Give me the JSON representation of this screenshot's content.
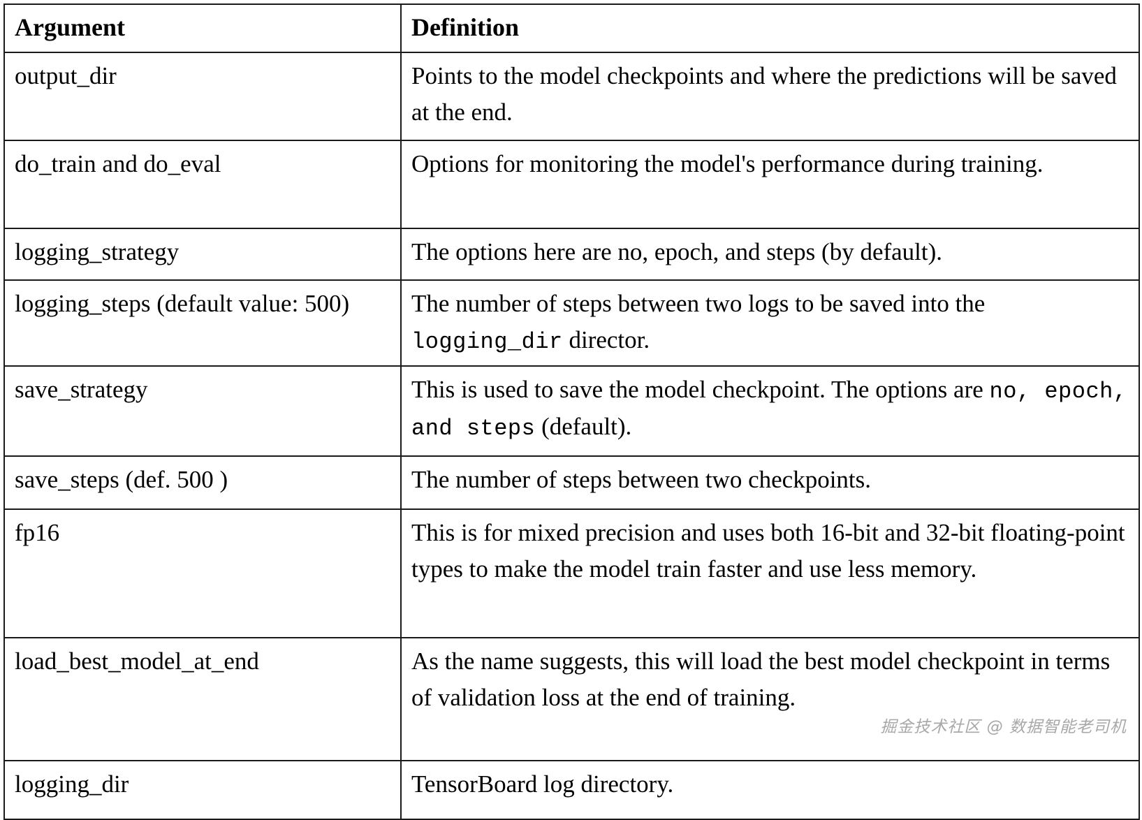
{
  "table": {
    "headers": {
      "argument": "Argument",
      "definition": "Definition"
    },
    "rows": [
      {
        "argument": "output_dir",
        "definition": "Points to the model checkpoints and where the predictions will be saved at the end.",
        "definition_parts": [
          {
            "text": "Points to the model checkpoints and where the predictions will be saved at the end.",
            "style": "serif"
          }
        ]
      },
      {
        "argument": "do_train and do_eval",
        "definition": "Options for monitoring the model's performance during training.",
        "definition_parts": [
          {
            "text": "Options for monitoring the model's performance during training.",
            "style": "serif"
          }
        ]
      },
      {
        "argument": "logging_strategy",
        "definition": "The options here are no, epoch, and steps (by default).",
        "definition_parts": [
          {
            "text": "The options here are no, epoch, and steps (by default).",
            "style": "serif"
          }
        ]
      },
      {
        "argument": "logging_steps (default value: 500)",
        "definition": "The number of steps between two logs to be saved into the logging_dir director.",
        "definition_parts": [
          {
            "text": "The number of steps between two logs to be saved into the ",
            "style": "serif"
          },
          {
            "text": "logging_dir",
            "style": "mono"
          },
          {
            "text": " director.",
            "style": "serif"
          }
        ]
      },
      {
        "argument": "save_strategy",
        "definition": "This is used to save the model checkpoint. The options are no, epoch, and steps (default).",
        "definition_parts": [
          {
            "text": "This is used to save the model checkpoint. The options are ",
            "style": "serif"
          },
          {
            "text": "no, epoch, and steps",
            "style": "mono"
          },
          {
            "text": " (default).",
            "style": "serif"
          }
        ]
      },
      {
        "argument": "save_steps (def. 500 )",
        "definition": "The number of steps between two checkpoints.",
        "definition_parts": [
          {
            "text": "The number of steps between two checkpoints.",
            "style": "serif"
          }
        ]
      },
      {
        "argument": "fp16",
        "definition": "This is for mixed precision and uses both 16-bit and 32-bit floating-point types to make the model train faster and use less memory.",
        "definition_parts": [
          {
            "text": "This is for mixed precision and uses both 16-bit and 32-bit floating-point types to make the model train faster and use less memory.",
            "style": "serif"
          }
        ]
      },
      {
        "argument": "load_best_model_at_end",
        "definition": "As the name suggests, this will load the best model checkpoint in terms of validation loss at the end of training.",
        "definition_parts": [
          {
            "text": "As the name suggests, this will load the best model checkpoint in terms of validation loss at the end of training.",
            "style": "serif"
          }
        ]
      },
      {
        "argument": "logging_dir",
        "definition": "TensorBoard log directory.",
        "definition_parts": [
          {
            "text": "TensorBoard log directory.",
            "style": "serif"
          }
        ]
      }
    ]
  },
  "watermark": {
    "text": "掘金技术社区 @ 数据智能老司机",
    "color": "#a8a8a8"
  },
  "colors": {
    "border": "#1a1a1a",
    "text": "#000000",
    "background": "#ffffff"
  }
}
